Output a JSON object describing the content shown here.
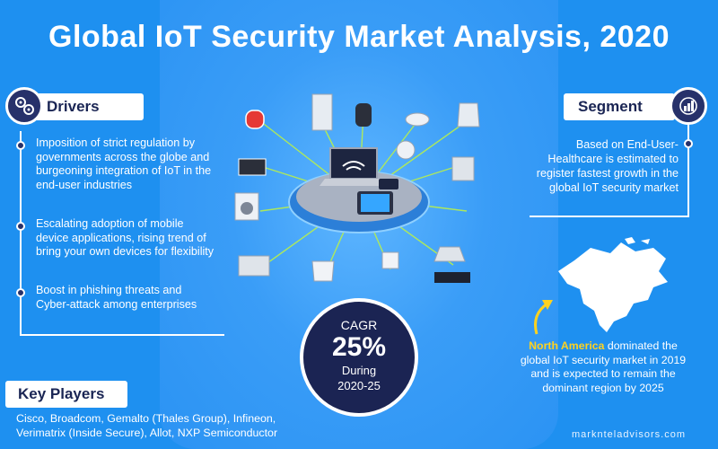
{
  "title": {
    "bold": "Global",
    "rest": "IoT Security Market Analysis, 2020"
  },
  "drivers": {
    "heading": "Drivers",
    "items": [
      "Imposition of strict regulation by governments across the globe and burgeoning integration of IoT in the end-user industries",
      "Escalating adoption of mobile device applications, rising trend of bring your own devices for flexibility",
      "Boost in phishing threats and Cyber-attack among enterprises"
    ]
  },
  "segment": {
    "heading": "Segment",
    "text": "Based on End-User- Healthcare is estimated to register fastest growth in the global IoT security market"
  },
  "cagr": {
    "label": "CAGR",
    "value": "25%",
    "during": "During",
    "period": "2020-25"
  },
  "region": {
    "highlight": "North America",
    "text": "dominated the global IoT security market in 2019 and is expected to remain the dominant region by 2025"
  },
  "key_players": {
    "heading": "Key Players",
    "text": "Cisco, Broadcom, Gemalto (Thales Group), Infineon, Verimatrix (Inside Secure), Allot, NXP Semiconductor"
  },
  "website": "marknteladvisors.com",
  "colors": {
    "background": "#1e90f0",
    "navy": "#1b2453",
    "highlight": "#ffd21f"
  },
  "icons": [
    "gears-icon",
    "segment-chart-icon",
    "smartwatch-icon",
    "refrigerator-icon",
    "smart-speaker-icon",
    "robot-vacuum-icon",
    "kettle-icon",
    "scale-icon",
    "smoke-detector-icon",
    "coffee-machine-icon",
    "washing-machine-icon",
    "laptop-icon",
    "tablet-icon",
    "phone-icon",
    "microwave-icon",
    "toilet-icon",
    "socket-icon",
    "cooker-hood-icon",
    "cooktop-icon",
    "north-america-map",
    "arrow-icon"
  ]
}
